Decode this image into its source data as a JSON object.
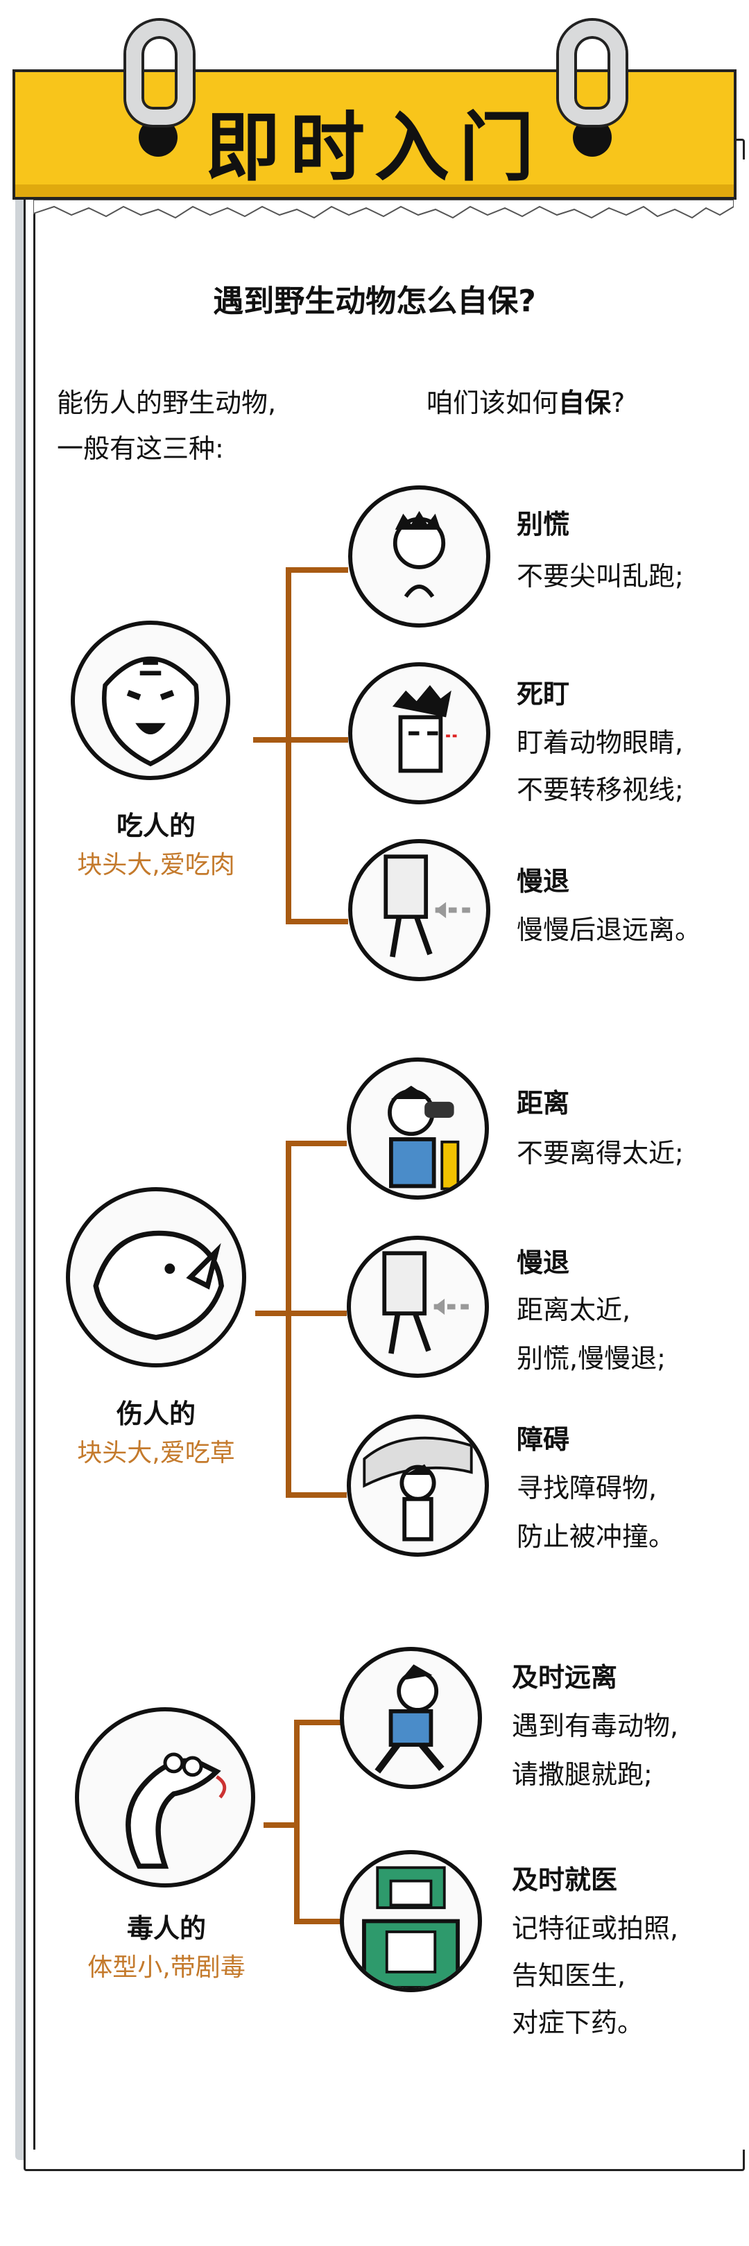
{
  "header": {
    "title": "即时入门"
  },
  "heading": "遇到野生动物怎么自保?",
  "intro": {
    "left_line1": "能伤人的野生动物,",
    "left_line2": "一般有这三种:",
    "right_prefix": "咱们该如何",
    "right_bold": "自保",
    "right_suffix": "?"
  },
  "categories": [
    {
      "name": "吃人的",
      "desc": "块头大,爱吃肉",
      "tips": [
        {
          "title": "别慌",
          "lines": [
            "不要尖叫乱跑;"
          ]
        },
        {
          "title": "死盯",
          "lines": [
            "盯着动物眼睛,",
            "不要转移视线;"
          ]
        },
        {
          "title": "慢退",
          "lines": [
            "慢慢后退远离。"
          ]
        }
      ]
    },
    {
      "name": "伤人的",
      "desc": "块头大,爱吃草",
      "tips": [
        {
          "title": "距离",
          "lines": [
            "不要离得太近;"
          ]
        },
        {
          "title": "慢退",
          "lines": [
            "距离太近,",
            "别慌,慢慢退;"
          ]
        },
        {
          "title": "障碍",
          "lines": [
            "寻找障碍物,",
            "防止被冲撞。"
          ]
        }
      ]
    },
    {
      "name": "毒人的",
      "desc": "体型小,带剧毒",
      "tips": [
        {
          "title": "及时远离",
          "lines": [
            "遇到有毒动物,",
            "请撒腿就跑;"
          ]
        },
        {
          "title": "及时就医",
          "lines": [
            "记特征或拍照,",
            "告知医生,",
            "对症下药。"
          ]
        }
      ]
    }
  ],
  "colors": {
    "header_yellow": "#f8c51b",
    "branch_brown": "#a85a12",
    "desc_orange": "#c47a2c"
  },
  "icons": [
    "tiger-icon",
    "panicking-man-icon",
    "staring-man-icon",
    "retreating-legs-icon",
    "binoculars-man-icon",
    "rhino-icon",
    "obstacle-tree-icon",
    "snake-icon",
    "running-man-icon",
    "doctor-icon"
  ]
}
